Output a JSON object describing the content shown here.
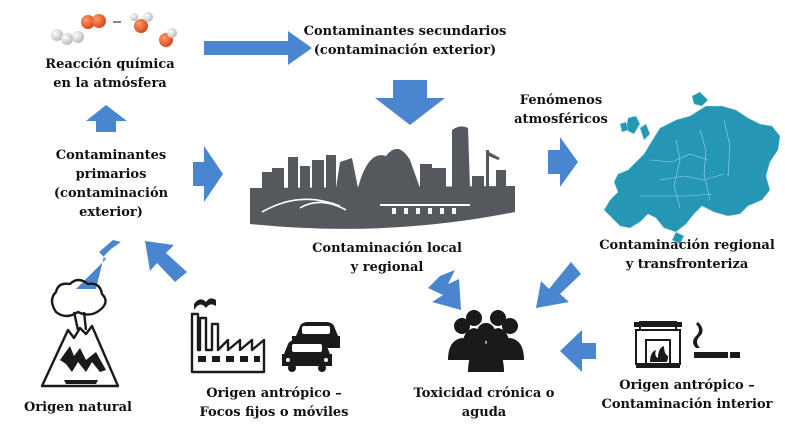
{
  "colors": {
    "arrow": "#4a86d0",
    "icon_dark": "#1a1a1a",
    "skyline": "#55595e",
    "europe_map": "#2596b4",
    "molecule_red": "#d94a1b",
    "molecule_white": "#e8e8e8"
  },
  "labels": {
    "chem_reaction": "Reacción química\nen la atmósfera",
    "secondary": "Contaminantes secundarios\n(contaminación exterior)",
    "primary": "Contaminantes\nprimarios\n(contaminación\nexterior)",
    "phenomena": "Fenómenos\natmosféricos",
    "local": "Contaminación local\ny regional",
    "regional": "Contaminación regional\ny transfronteriza",
    "natural": "Origen natural",
    "anthropic_outdoor": "Origen antrópico –\nFocos fijos o móviles",
    "toxicity": "Toxicidad crónica o\naguda",
    "anthropic_indoor": "Origen antrópico –\nContaminación interior"
  },
  "icons": [
    "molecules-icon",
    "city-skyline-icon",
    "europe-map-icon",
    "volcano-icon",
    "factory-icon",
    "cars-icon",
    "people-group-icon",
    "fireplace-icon",
    "cigarette-icon"
  ]
}
